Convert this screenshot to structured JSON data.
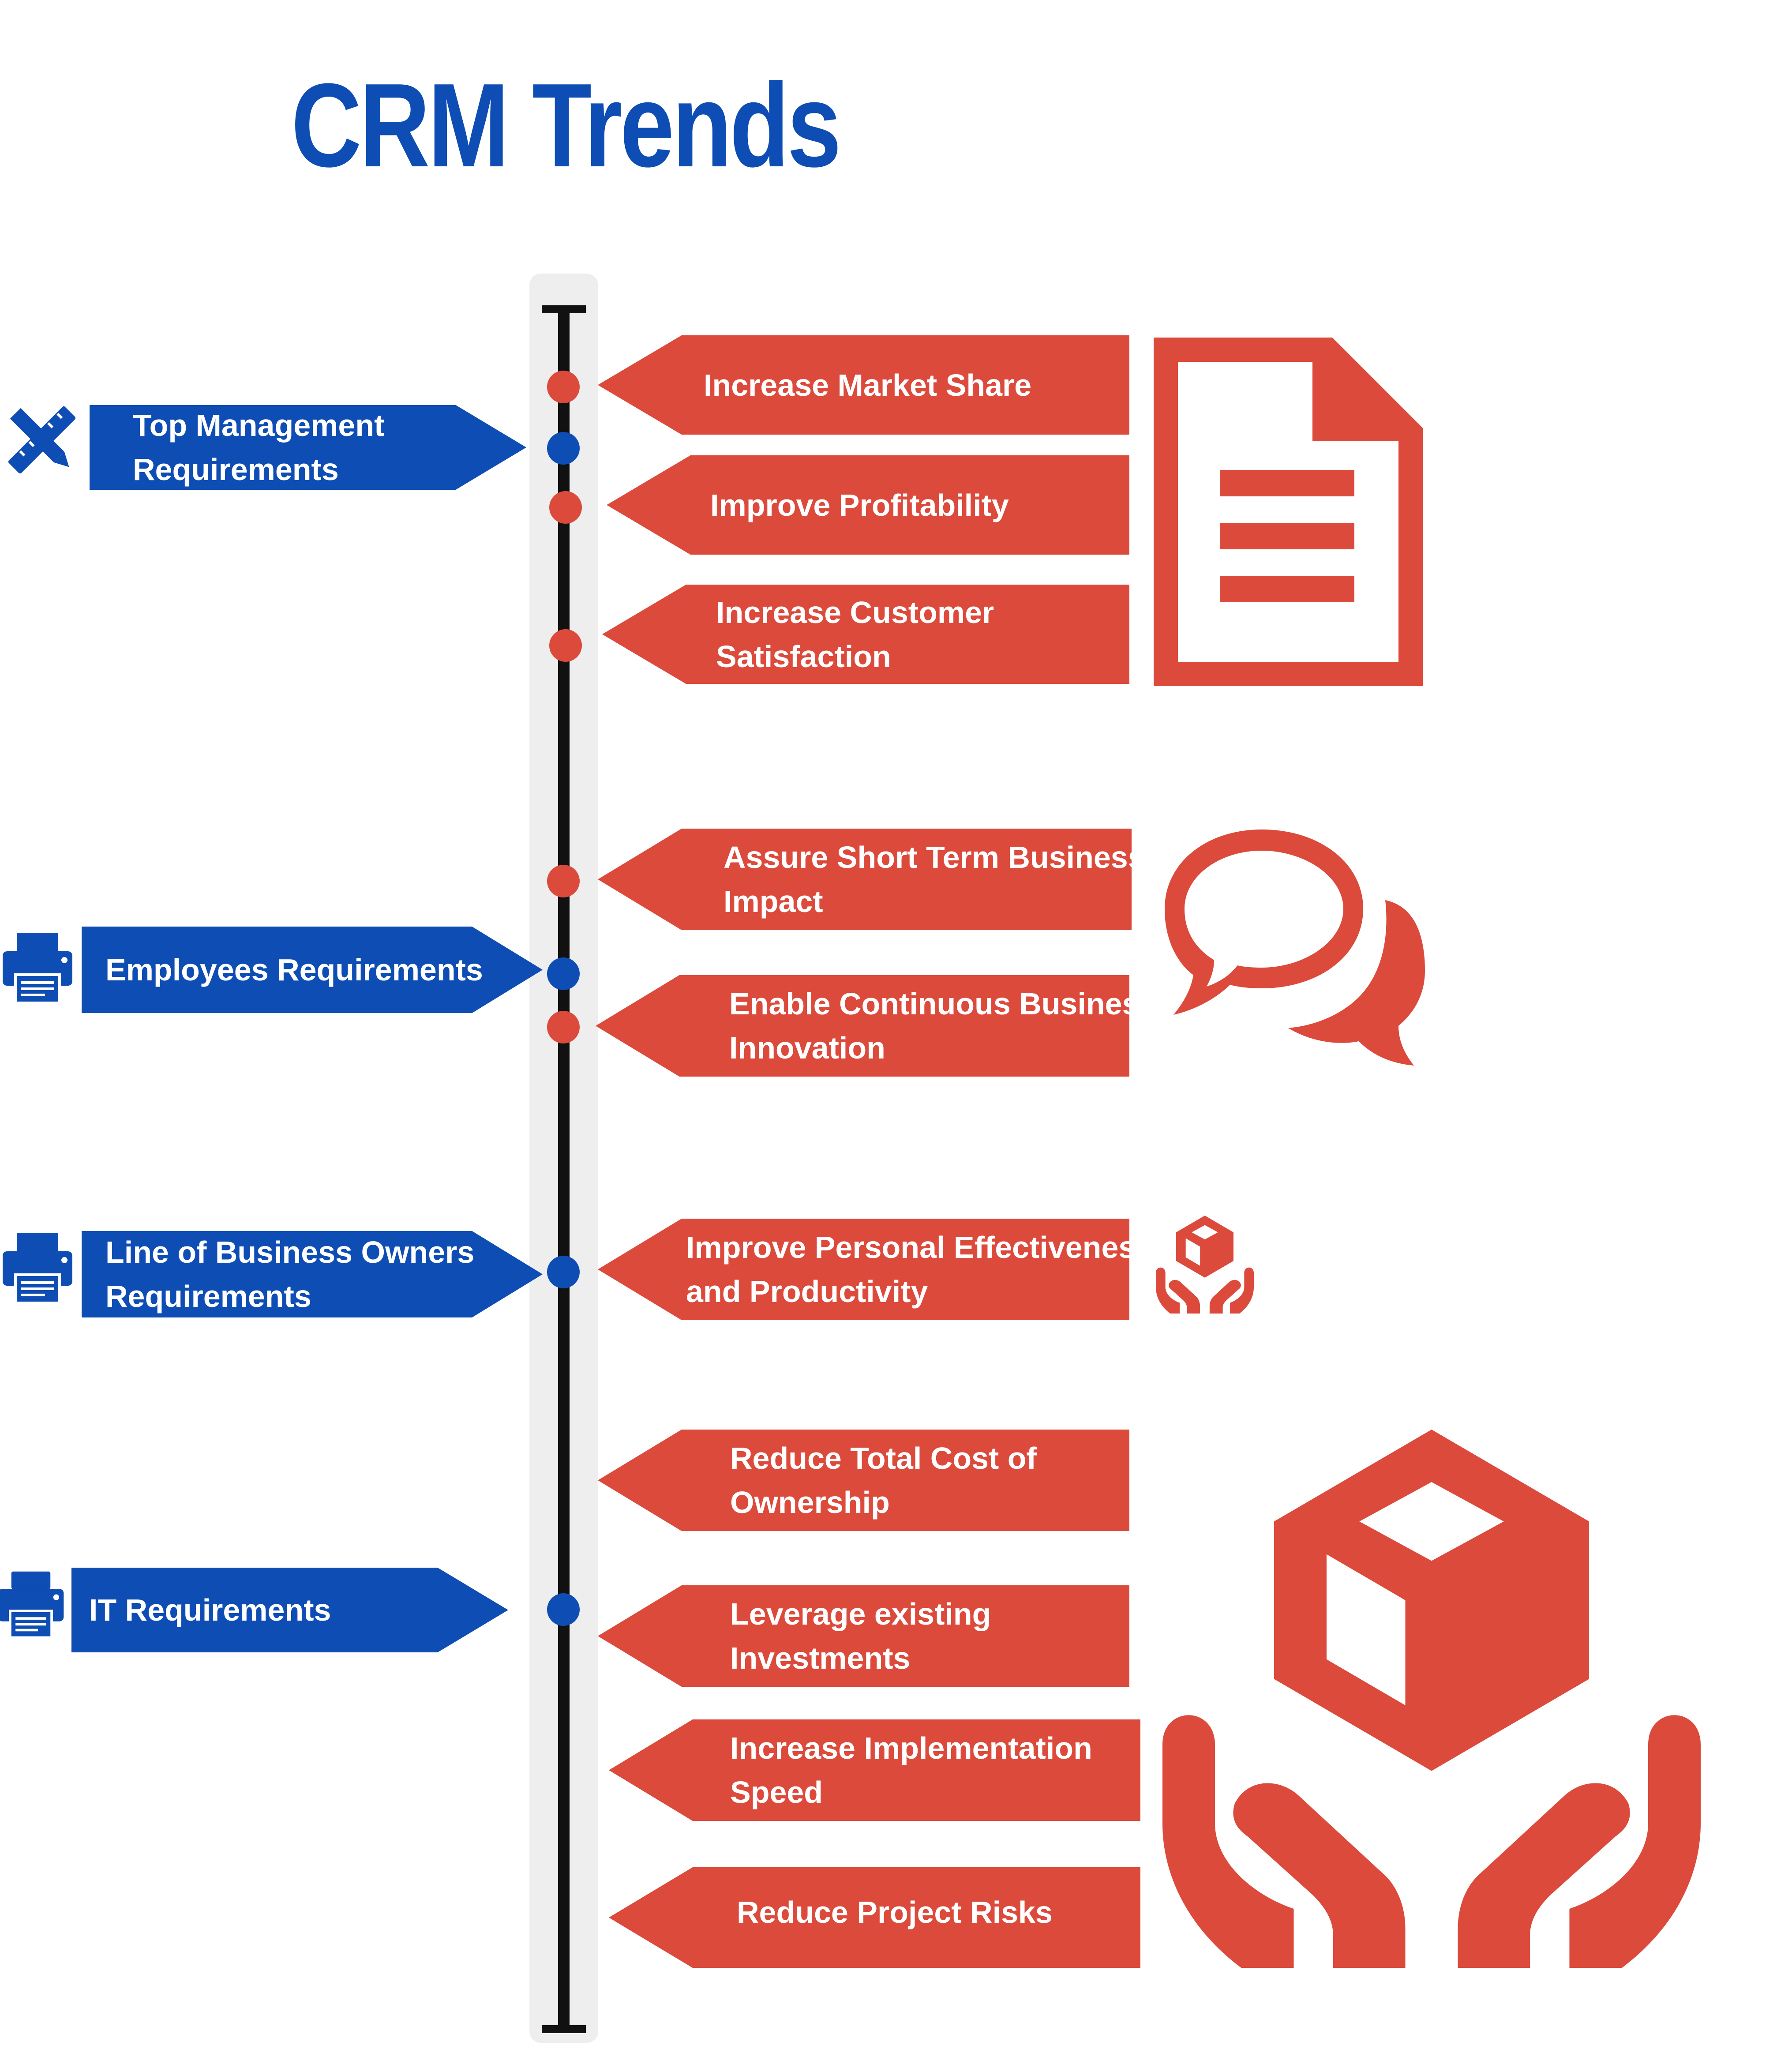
{
  "title": "CRM Trends",
  "colors": {
    "blue": "#0e4db3",
    "red": "#dc4a3c",
    "spine": "#111111",
    "track": "#eeeeee"
  },
  "requirements": [
    {
      "label_lines": [
        "Top Management",
        "Requirements"
      ],
      "icon": "pencil-ruler-icon"
    },
    {
      "label_lines": [
        "Employees Requirements"
      ],
      "icon": "printer-icon"
    },
    {
      "label_lines": [
        "Line of Business Owners",
        "Requirements"
      ],
      "icon": "printer-icon"
    },
    {
      "label_lines": [
        "IT Requirements"
      ],
      "icon": "printer-icon"
    }
  ],
  "trends": [
    {
      "lines": [
        "Increase Market Share"
      ]
    },
    {
      "lines": [
        "Improve Profitability"
      ]
    },
    {
      "lines": [
        "Increase Customer",
        "Satisfaction"
      ]
    },
    {
      "lines": [
        "Assure Short Term Business",
        "Impact"
      ]
    },
    {
      "lines": [
        "Enable Continuous Business",
        "Innovation"
      ]
    },
    {
      "lines": [
        "Improve Personal Effectiveness",
        "and Productivity"
      ]
    },
    {
      "lines": [
        "Reduce Total Cost of",
        "Ownership"
      ]
    },
    {
      "lines": [
        "Leverage existing",
        "Investments"
      ]
    },
    {
      "lines": [
        "Increase Implementation",
        "Speed"
      ]
    },
    {
      "lines": [
        "Reduce Project Risks"
      ]
    }
  ],
  "group_icons": [
    "document-icon",
    "speech-bubbles-icon",
    "hands-box-icon",
    "hands-box-icon"
  ]
}
